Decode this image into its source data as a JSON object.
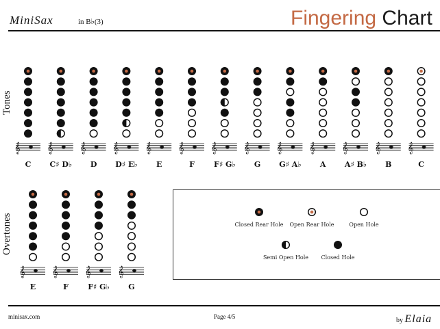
{
  "header": {
    "brand": "MiniSax",
    "key": "in B♭(3)",
    "title_part1": "Fingering",
    "title_part2": "Chart"
  },
  "sections": {
    "tones_label": "Tones",
    "overtones_label": "Overtones"
  },
  "tones": [
    {
      "note": "C",
      "holes": [
        "R",
        "C",
        "C",
        "C",
        "C",
        "C",
        "C"
      ]
    },
    {
      "note": "C♯ D♭",
      "holes": [
        "R",
        "C",
        "C",
        "C",
        "C",
        "C",
        "S"
      ]
    },
    {
      "note": "D",
      "holes": [
        "R",
        "C",
        "C",
        "C",
        "C",
        "C",
        "O"
      ]
    },
    {
      "note": "D♯ E♭",
      "holes": [
        "R",
        "C",
        "C",
        "C",
        "C",
        "S",
        "O"
      ]
    },
    {
      "note": "E",
      "holes": [
        "R",
        "C",
        "C",
        "C",
        "C",
        "O",
        "O"
      ]
    },
    {
      "note": "F",
      "holes": [
        "R",
        "C",
        "C",
        "C",
        "O",
        "O",
        "O"
      ]
    },
    {
      "note": "F♯ G♭",
      "holes": [
        "R",
        "C",
        "C",
        "S",
        "C",
        "O",
        "O"
      ]
    },
    {
      "note": "G",
      "holes": [
        "R",
        "C",
        "C",
        "O",
        "O",
        "O",
        "O"
      ]
    },
    {
      "note": "G♯ A♭",
      "holes": [
        "R",
        "C",
        "O",
        "C",
        "C",
        "O",
        "O"
      ]
    },
    {
      "note": "A",
      "holes": [
        "R",
        "C",
        "O",
        "O",
        "O",
        "O",
        "O"
      ]
    },
    {
      "note": "A♯ B♭",
      "holes": [
        "R",
        "O",
        "C",
        "C",
        "O",
        "O",
        "O"
      ]
    },
    {
      "note": "B",
      "holes": [
        "R",
        "O",
        "O",
        "O",
        "O",
        "O",
        "O"
      ]
    },
    {
      "note": "C",
      "holes": [
        "P",
        "O",
        "O",
        "O",
        "O",
        "O",
        "O"
      ]
    }
  ],
  "overtones": [
    {
      "note": "E",
      "holes": [
        "R",
        "C",
        "C",
        "C",
        "C",
        "C",
        "O"
      ]
    },
    {
      "note": "F",
      "holes": [
        "R",
        "C",
        "C",
        "C",
        "C",
        "O",
        "O"
      ]
    },
    {
      "note": "F♯ G♭",
      "holes": [
        "R",
        "C",
        "C",
        "C",
        "O",
        "O",
        "O"
      ]
    },
    {
      "note": "G",
      "holes": [
        "R",
        "C",
        "C",
        "O",
        "O",
        "O",
        "O"
      ]
    }
  ],
  "legend": {
    "closed_rear": "Closed Rear Hole",
    "open_rear": "Open Rear Hole",
    "open": "Open Hole",
    "semi_open": "Semi Open Hole",
    "closed": "Closed Hole"
  },
  "footer": {
    "site": "minisax.com",
    "page": "Page 4/5",
    "by": "by",
    "author": "Elaia"
  },
  "colors": {
    "accent": "#c46a45",
    "rear_dot": "#c46a45",
    "ink": "#111111"
  },
  "icons": {
    "staff": "music-staff-icon",
    "hole": "hole-icon"
  }
}
